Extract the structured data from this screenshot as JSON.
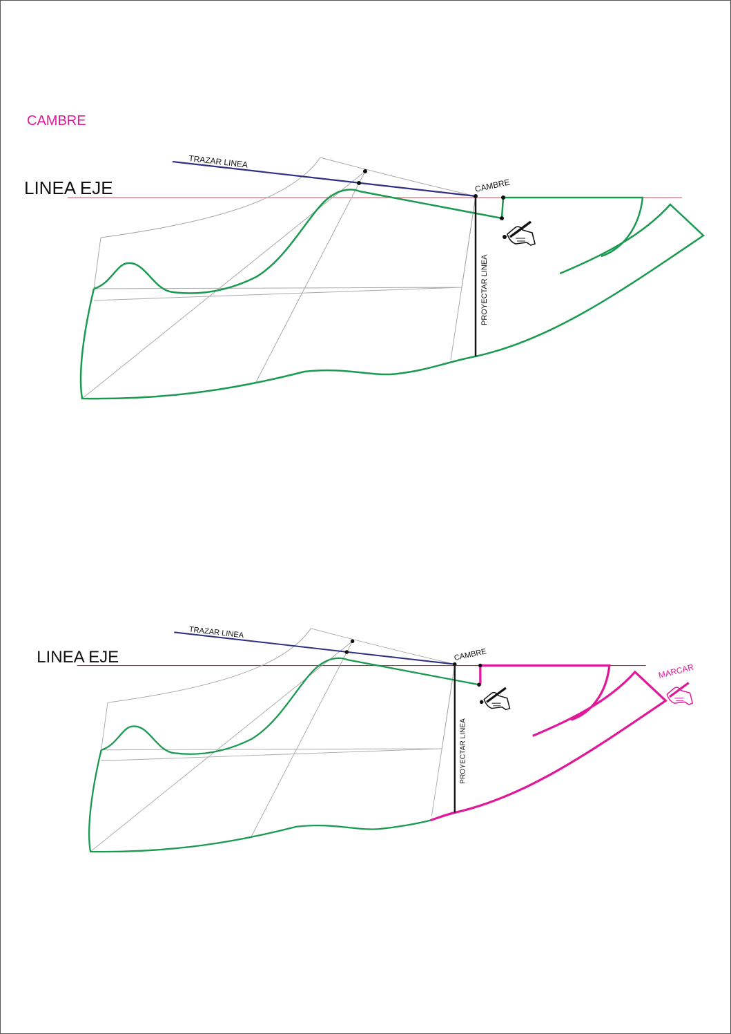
{
  "title": "CAMBRE",
  "colors": {
    "accent": "#e0189a",
    "pattern": "#1a9a50",
    "guide": "#2e2e82",
    "axis": "#e06a78"
  },
  "diagram_top": {
    "axis_label": "LINEA EJE",
    "draw_line_label": "TRAZAR LINEA",
    "cambre_label": "CAMBRE",
    "project_label": "PROYECTAR LINEA",
    "icon": "hand-pen-icon"
  },
  "diagram_bottom": {
    "axis_label": "LINEA EJE",
    "draw_line_label": "TRAZAR LINEA",
    "cambre_label": "CAMBRE",
    "project_label": "PROYECTAR LINEA",
    "mark_label": "MARCAR",
    "icon": "hand-pen-icon"
  }
}
